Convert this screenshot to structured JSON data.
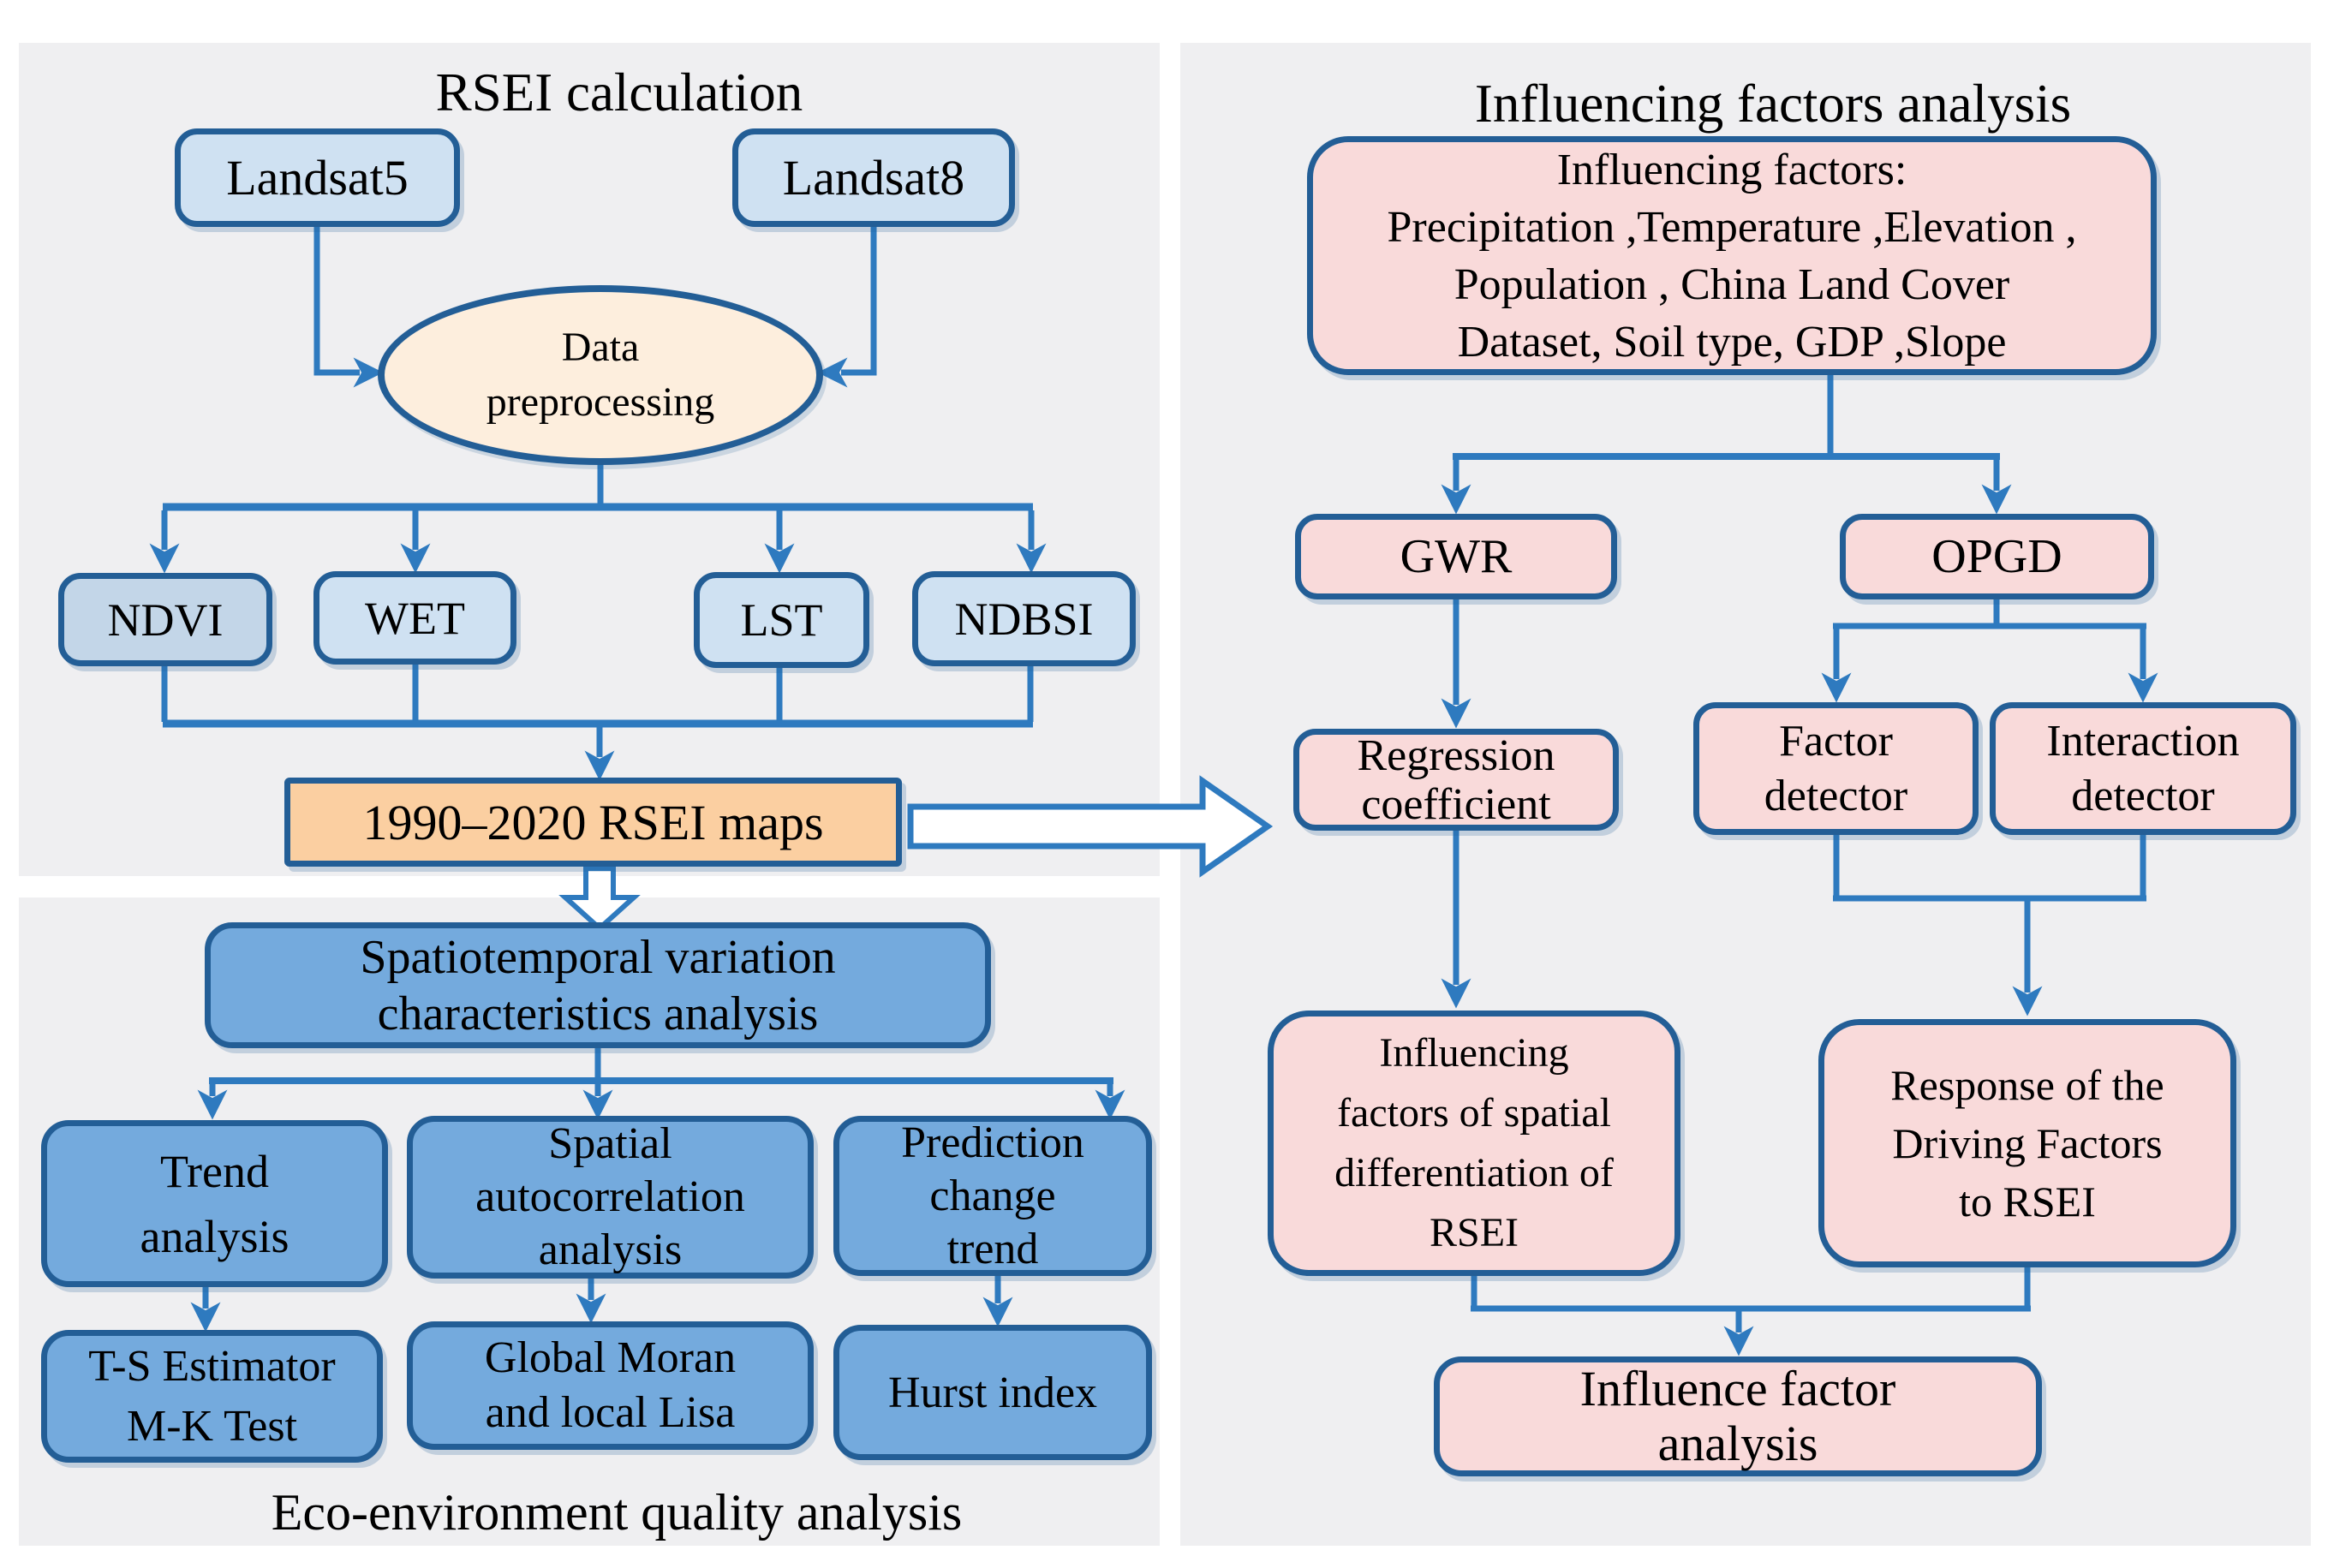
{
  "colors": {
    "panel_bg": "#efeff1",
    "border_blue": "#235e96",
    "arrow_blue": "#2e7abf",
    "light_blue_fill": "#cfe1f2",
    "ndvi_fill": "#c3d6e8",
    "mid_blue_fill": "#74aadd",
    "cream_fill": "#fdeedd",
    "peach_fill": "#fbcfa1",
    "pink_fill": "#f9dada"
  },
  "left_top": {
    "title": "RSEI calculation",
    "landsat5": "Landsat5",
    "landsat8": "Landsat8",
    "ellipse": [
      "Data",
      "preprocessing"
    ],
    "indices": [
      "NDVI",
      "WET",
      "LST",
      "NDBSI"
    ],
    "maps": "1990–2020 RSEI maps"
  },
  "left_bottom": {
    "spatiotemporal": [
      "Spatiotemporal variation",
      "characteristics analysis"
    ],
    "trend": [
      "Trend",
      "analysis"
    ],
    "spatial": [
      "Spatial",
      "autocorrelation",
      "analysis"
    ],
    "prediction": [
      "Prediction",
      "change",
      "trend"
    ],
    "ts": [
      "T-S Estimator",
      "M-K Test"
    ],
    "moran": [
      "Global Moran",
      "and local Lisa"
    ],
    "hurst": "Hurst index",
    "caption": "Eco-environment quality analysis"
  },
  "right": {
    "title": "Influencing factors analysis",
    "factors": [
      "Influencing factors:",
      "Precipitation ,Temperature ,Elevation ,",
      "Population , China Land Cover",
      "Dataset, Soil type, GDP ,Slope"
    ],
    "gwr": "GWR",
    "opgd": "OPGD",
    "regression": [
      "Regression",
      "coefficient"
    ],
    "factor_detector": [
      "Factor",
      "detector"
    ],
    "interaction_detector": [
      "Interaction",
      "detector"
    ],
    "influencing_spatial": [
      "Influencing",
      "factors of spatial",
      "differentiation of",
      "RSEI"
    ],
    "response": [
      "Response of the",
      "Driving Factors",
      "to RSEI"
    ],
    "influence_analysis": [
      "Influence factor",
      "analysis"
    ]
  }
}
